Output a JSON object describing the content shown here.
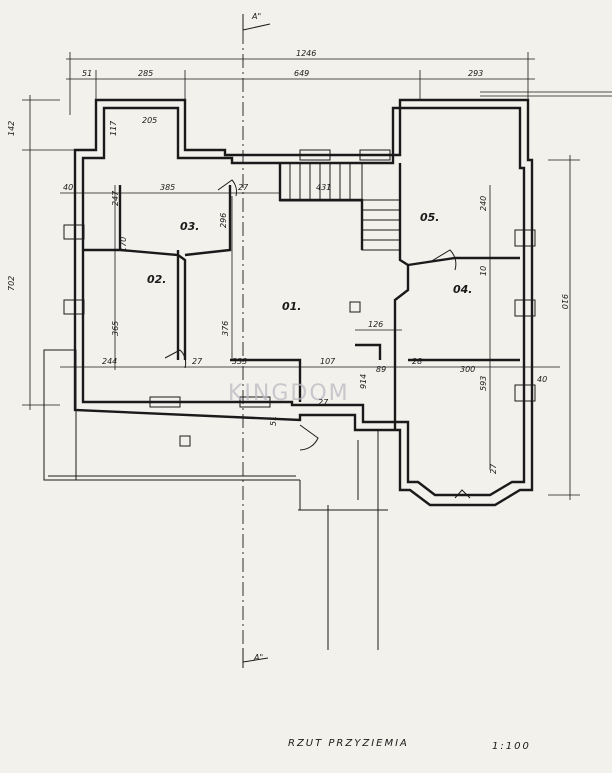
{
  "section_marker_top": "A\"",
  "section_marker_bottom": "A\"",
  "watermark": "KINGDOM",
  "title": "RZUT PRZYZIEMIA",
  "scale": "1:100",
  "rooms": {
    "r01": "01.",
    "r02": "02.",
    "r03": "03.",
    "r04": "04.",
    "r05": "05."
  },
  "dims": {
    "d1246": "1246",
    "d51": "51",
    "d285": "285",
    "d649": "649",
    "d293": "293",
    "d142": "142",
    "d702": "702",
    "d910": "910",
    "d205": "205",
    "d117": "117",
    "d40a": "40",
    "d247": "247",
    "d385": "385",
    "d27a": "27",
    "d431": "431",
    "d240": "240",
    "d296": "296",
    "d170": "170",
    "d365": "365",
    "d376": "376",
    "d126": "126",
    "d10": "10",
    "d244": "244",
    "d27b": "27",
    "d333": "333",
    "d107": "107",
    "d914": "914",
    "d89": "89",
    "d28": "28",
    "d300": "300",
    "d40b": "40",
    "d27c": "27",
    "d593": "593",
    "d27d": "27",
    "d51b": "51"
  }
}
